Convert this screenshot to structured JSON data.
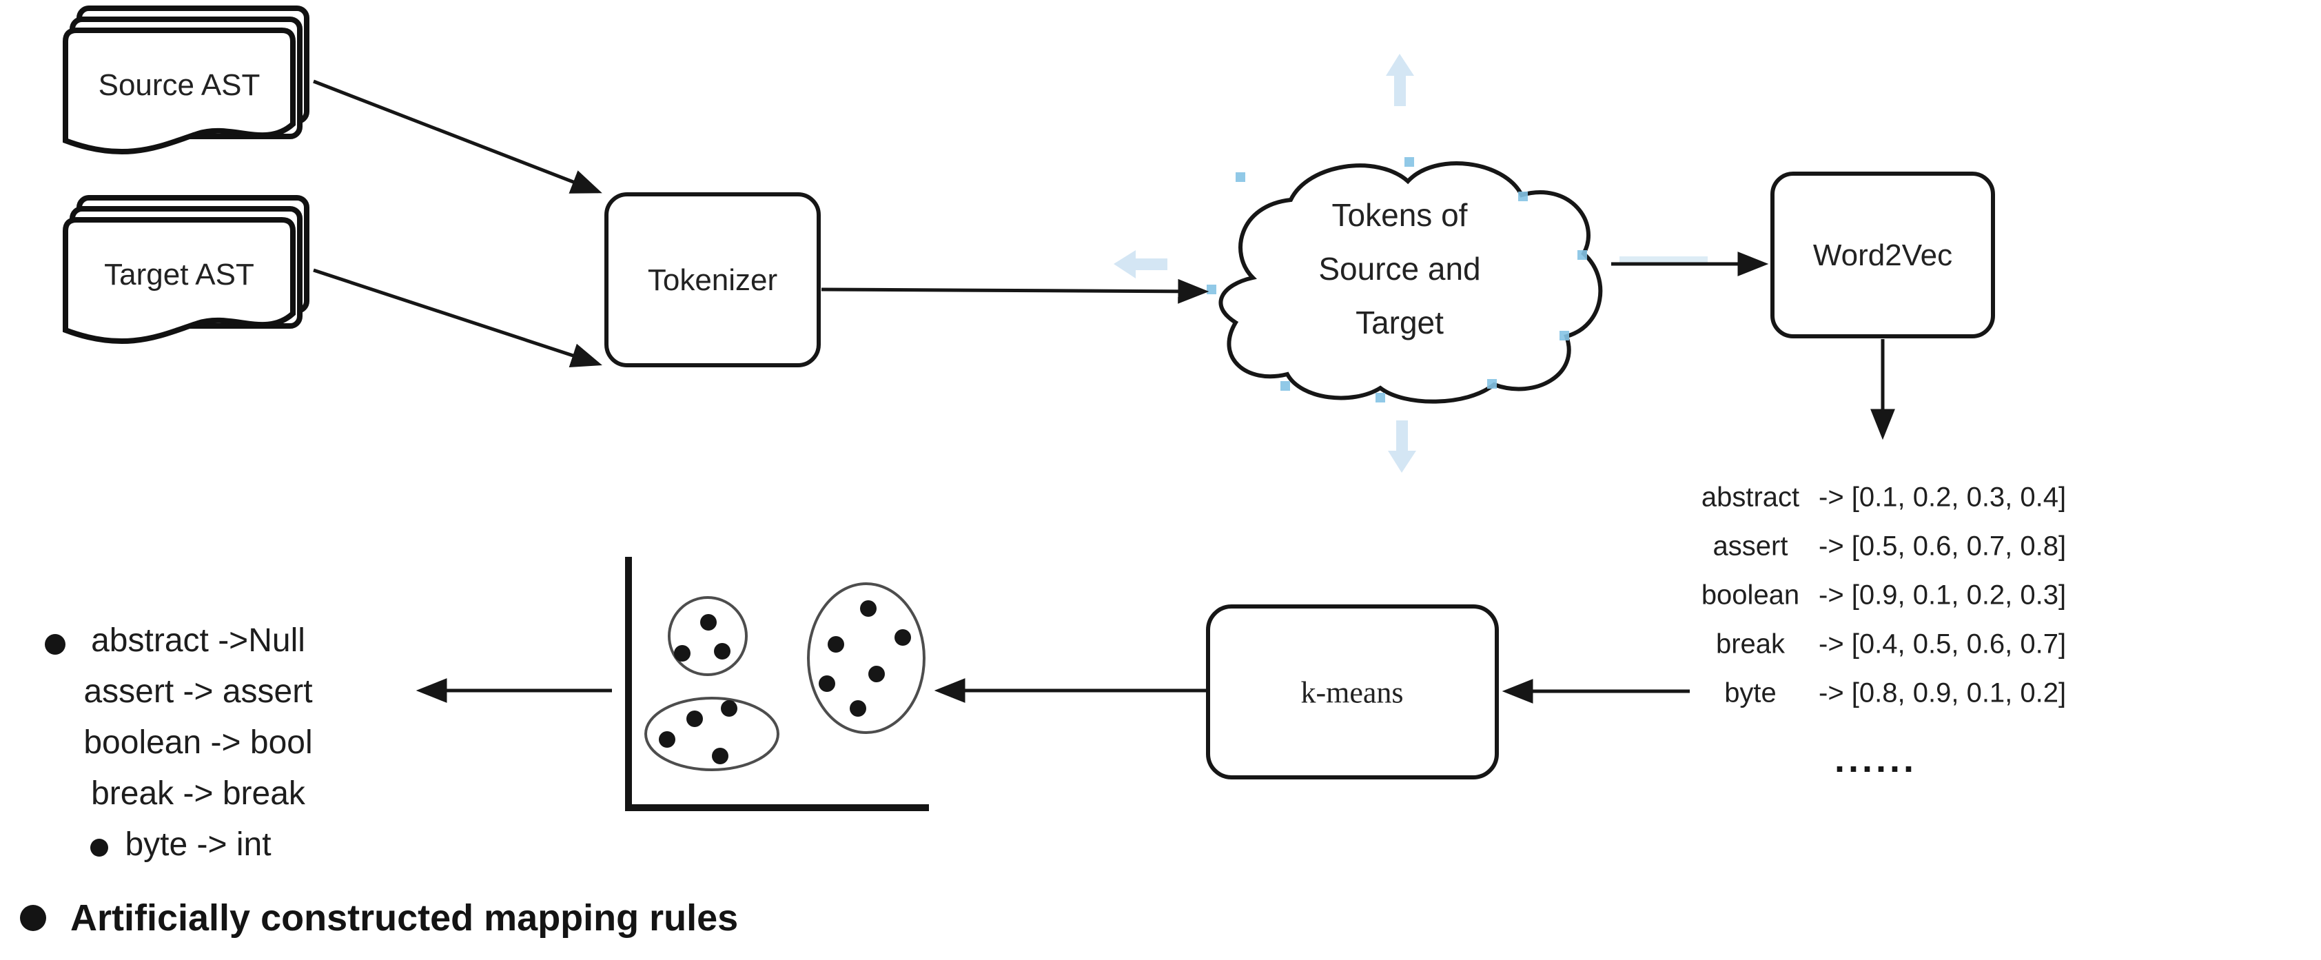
{
  "nodes": {
    "source_stack": "Source AST",
    "target_stack": "Target AST",
    "tokenizer": "Tokenizer",
    "cloud_line1": "Tokens of",
    "cloud_line2": "Source and",
    "cloud_line3": "Target",
    "word2vec": "Word2Vec",
    "kmeans": "k-means"
  },
  "embeddings": {
    "rows": [
      {
        "token": "abstract",
        "rhs": "-> [0.1, 0.2, 0.3, 0.4]"
      },
      {
        "token": "assert",
        "rhs": "-> [0.5, 0.6, 0.7, 0.8]"
      },
      {
        "token": "boolean",
        "rhs": "-> [0.9, 0.1, 0.2, 0.3]"
      },
      {
        "token": "break",
        "rhs": "-> [0.4, 0.5, 0.6, 0.7]"
      },
      {
        "token": "byte",
        "rhs": "-> [0.8, 0.9, 0.1, 0.2]"
      }
    ],
    "ellipsis": "......"
  },
  "mapping_rules": {
    "lines": [
      "abstract ->Null",
      "assert -> assert",
      "boolean -> bool",
      "break -> break",
      "byte -> int"
    ]
  },
  "caption": "Artificially constructed mapping rules",
  "cluster_plot": {
    "type": "scatter",
    "dot_radius": 12,
    "clusters": [
      {
        "outline": "circle",
        "dots": [
          [
            1028,
            903
          ],
          [
            990,
            948
          ],
          [
            1048,
            945
          ]
        ]
      },
      {
        "outline": "ellipse-wide",
        "dots": [
          [
            1008,
            1043
          ],
          [
            1058,
            1028
          ],
          [
            968,
            1073
          ],
          [
            1045,
            1097
          ]
        ]
      },
      {
        "outline": "ellipse-tall",
        "dots": [
          [
            1260,
            883
          ],
          [
            1213,
            935
          ],
          [
            1310,
            925
          ],
          [
            1272,
            978
          ],
          [
            1200,
            992
          ],
          [
            1245,
            1028
          ]
        ]
      }
    ]
  },
  "colors": {
    "ink": "#161616",
    "ellipse_gray": "#4d4d4d",
    "ghost_blue": "#c5def0",
    "anchor_blue": "#85c3e4"
  }
}
